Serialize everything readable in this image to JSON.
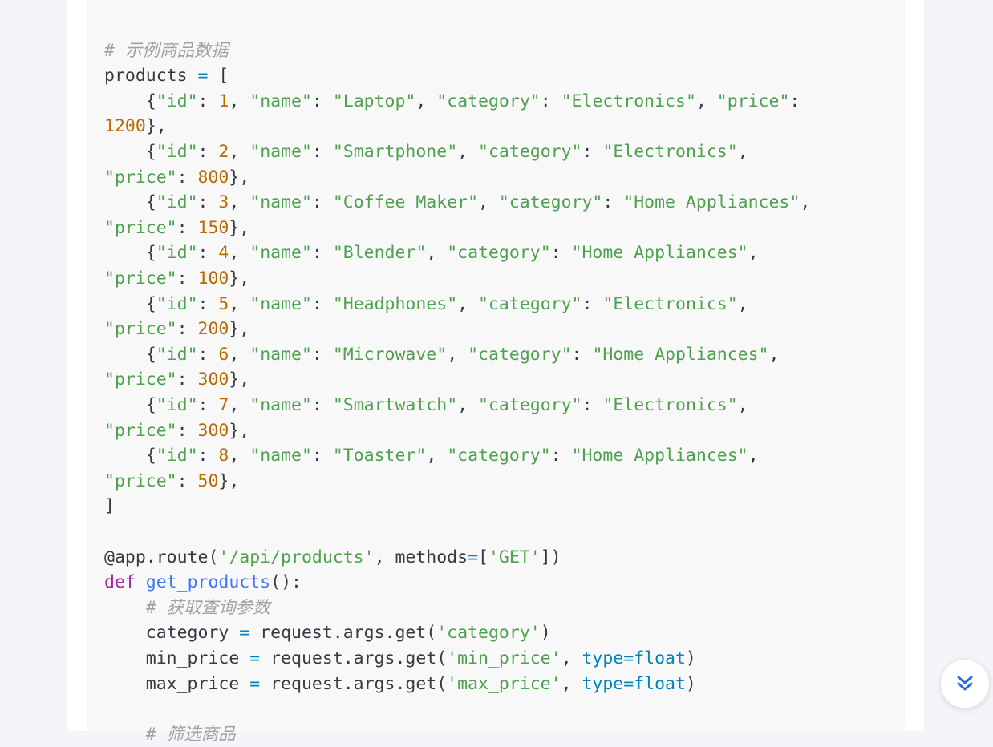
{
  "theme": {
    "comment": "#a0a1a7",
    "string": "#50a14f",
    "number": "#b76b01",
    "operator": "#0184bc",
    "keyword": "#a626a4",
    "function": "#4078f2",
    "plain": "#383a42",
    "accent": "#2f6bd8"
  },
  "code_lines": [
    [
      {
        "t": "# 示例商品数据",
        "c": "cm"
      }
    ],
    [
      {
        "t": "products ",
        "c": ""
      },
      {
        "t": "=",
        "c": "op"
      },
      {
        "t": " [",
        "c": ""
      }
    ],
    [
      {
        "t": "    {",
        "c": ""
      },
      {
        "t": "\"id\"",
        "c": "st"
      },
      {
        "t": ": ",
        "c": ""
      },
      {
        "t": "1",
        "c": "nu"
      },
      {
        "t": ", ",
        "c": ""
      },
      {
        "t": "\"name\"",
        "c": "st"
      },
      {
        "t": ": ",
        "c": ""
      },
      {
        "t": "\"Laptop\"",
        "c": "st"
      },
      {
        "t": ", ",
        "c": ""
      },
      {
        "t": "\"category\"",
        "c": "st"
      },
      {
        "t": ": ",
        "c": ""
      },
      {
        "t": "\"Electronics\"",
        "c": "st"
      },
      {
        "t": ", ",
        "c": ""
      },
      {
        "t": "\"price\"",
        "c": "st"
      },
      {
        "t": ":",
        "c": ""
      }
    ],
    [
      {
        "t": "1200",
        "c": "nu"
      },
      {
        "t": "},",
        "c": ""
      }
    ],
    [
      {
        "t": "    {",
        "c": ""
      },
      {
        "t": "\"id\"",
        "c": "st"
      },
      {
        "t": ": ",
        "c": ""
      },
      {
        "t": "2",
        "c": "nu"
      },
      {
        "t": ", ",
        "c": ""
      },
      {
        "t": "\"name\"",
        "c": "st"
      },
      {
        "t": ": ",
        "c": ""
      },
      {
        "t": "\"Smartphone\"",
        "c": "st"
      },
      {
        "t": ", ",
        "c": ""
      },
      {
        "t": "\"category\"",
        "c": "st"
      },
      {
        "t": ": ",
        "c": ""
      },
      {
        "t": "\"Electronics\"",
        "c": "st"
      },
      {
        "t": ",",
        "c": ""
      }
    ],
    [
      {
        "t": "\"price\"",
        "c": "st"
      },
      {
        "t": ": ",
        "c": ""
      },
      {
        "t": "800",
        "c": "nu"
      },
      {
        "t": "},",
        "c": ""
      }
    ],
    [
      {
        "t": "    {",
        "c": ""
      },
      {
        "t": "\"id\"",
        "c": "st"
      },
      {
        "t": ": ",
        "c": ""
      },
      {
        "t": "3",
        "c": "nu"
      },
      {
        "t": ", ",
        "c": ""
      },
      {
        "t": "\"name\"",
        "c": "st"
      },
      {
        "t": ": ",
        "c": ""
      },
      {
        "t": "\"Coffee Maker\"",
        "c": "st"
      },
      {
        "t": ", ",
        "c": ""
      },
      {
        "t": "\"category\"",
        "c": "st"
      },
      {
        "t": ": ",
        "c": ""
      },
      {
        "t": "\"Home Appliances\"",
        "c": "st"
      },
      {
        "t": ",",
        "c": ""
      }
    ],
    [
      {
        "t": "\"price\"",
        "c": "st"
      },
      {
        "t": ": ",
        "c": ""
      },
      {
        "t": "150",
        "c": "nu"
      },
      {
        "t": "},",
        "c": ""
      }
    ],
    [
      {
        "t": "    {",
        "c": ""
      },
      {
        "t": "\"id\"",
        "c": "st"
      },
      {
        "t": ": ",
        "c": ""
      },
      {
        "t": "4",
        "c": "nu"
      },
      {
        "t": ", ",
        "c": ""
      },
      {
        "t": "\"name\"",
        "c": "st"
      },
      {
        "t": ": ",
        "c": ""
      },
      {
        "t": "\"Blender\"",
        "c": "st"
      },
      {
        "t": ", ",
        "c": ""
      },
      {
        "t": "\"category\"",
        "c": "st"
      },
      {
        "t": ": ",
        "c": ""
      },
      {
        "t": "\"Home Appliances\"",
        "c": "st"
      },
      {
        "t": ",",
        "c": ""
      }
    ],
    [
      {
        "t": "\"price\"",
        "c": "st"
      },
      {
        "t": ": ",
        "c": ""
      },
      {
        "t": "100",
        "c": "nu"
      },
      {
        "t": "},",
        "c": ""
      }
    ],
    [
      {
        "t": "    {",
        "c": ""
      },
      {
        "t": "\"id\"",
        "c": "st"
      },
      {
        "t": ": ",
        "c": ""
      },
      {
        "t": "5",
        "c": "nu"
      },
      {
        "t": ", ",
        "c": ""
      },
      {
        "t": "\"name\"",
        "c": "st"
      },
      {
        "t": ": ",
        "c": ""
      },
      {
        "t": "\"Headphones\"",
        "c": "st"
      },
      {
        "t": ", ",
        "c": ""
      },
      {
        "t": "\"category\"",
        "c": "st"
      },
      {
        "t": ": ",
        "c": ""
      },
      {
        "t": "\"Electronics\"",
        "c": "st"
      },
      {
        "t": ",",
        "c": ""
      }
    ],
    [
      {
        "t": "\"price\"",
        "c": "st"
      },
      {
        "t": ": ",
        "c": ""
      },
      {
        "t": "200",
        "c": "nu"
      },
      {
        "t": "},",
        "c": ""
      }
    ],
    [
      {
        "t": "    {",
        "c": ""
      },
      {
        "t": "\"id\"",
        "c": "st"
      },
      {
        "t": ": ",
        "c": ""
      },
      {
        "t": "6",
        "c": "nu"
      },
      {
        "t": ", ",
        "c": ""
      },
      {
        "t": "\"name\"",
        "c": "st"
      },
      {
        "t": ": ",
        "c": ""
      },
      {
        "t": "\"Microwave\"",
        "c": "st"
      },
      {
        "t": ", ",
        "c": ""
      },
      {
        "t": "\"category\"",
        "c": "st"
      },
      {
        "t": ": ",
        "c": ""
      },
      {
        "t": "\"Home Appliances\"",
        "c": "st"
      },
      {
        "t": ",",
        "c": ""
      }
    ],
    [
      {
        "t": "\"price\"",
        "c": "st"
      },
      {
        "t": ": ",
        "c": ""
      },
      {
        "t": "300",
        "c": "nu"
      },
      {
        "t": "},",
        "c": ""
      }
    ],
    [
      {
        "t": "    {",
        "c": ""
      },
      {
        "t": "\"id\"",
        "c": "st"
      },
      {
        "t": ": ",
        "c": ""
      },
      {
        "t": "7",
        "c": "nu"
      },
      {
        "t": ", ",
        "c": ""
      },
      {
        "t": "\"name\"",
        "c": "st"
      },
      {
        "t": ": ",
        "c": ""
      },
      {
        "t": "\"Smartwatch\"",
        "c": "st"
      },
      {
        "t": ", ",
        "c": ""
      },
      {
        "t": "\"category\"",
        "c": "st"
      },
      {
        "t": ": ",
        "c": ""
      },
      {
        "t": "\"Electronics\"",
        "c": "st"
      },
      {
        "t": ",",
        "c": ""
      }
    ],
    [
      {
        "t": "\"price\"",
        "c": "st"
      },
      {
        "t": ": ",
        "c": ""
      },
      {
        "t": "300",
        "c": "nu"
      },
      {
        "t": "},",
        "c": ""
      }
    ],
    [
      {
        "t": "    {",
        "c": ""
      },
      {
        "t": "\"id\"",
        "c": "st"
      },
      {
        "t": ": ",
        "c": ""
      },
      {
        "t": "8",
        "c": "nu"
      },
      {
        "t": ", ",
        "c": ""
      },
      {
        "t": "\"name\"",
        "c": "st"
      },
      {
        "t": ": ",
        "c": ""
      },
      {
        "t": "\"Toaster\"",
        "c": "st"
      },
      {
        "t": ", ",
        "c": ""
      },
      {
        "t": "\"category\"",
        "c": "st"
      },
      {
        "t": ": ",
        "c": ""
      },
      {
        "t": "\"Home Appliances\"",
        "c": "st"
      },
      {
        "t": ",",
        "c": ""
      }
    ],
    [
      {
        "t": "\"price\"",
        "c": "st"
      },
      {
        "t": ": ",
        "c": ""
      },
      {
        "t": "50",
        "c": "nu"
      },
      {
        "t": "},",
        "c": ""
      }
    ],
    [
      {
        "t": "]",
        "c": ""
      }
    ],
    [],
    [
      {
        "t": "@app.route(",
        "c": ""
      },
      {
        "t": "'/api/products'",
        "c": "st"
      },
      {
        "t": ", methods",
        "c": ""
      },
      {
        "t": "=",
        "c": "op"
      },
      {
        "t": "[",
        "c": ""
      },
      {
        "t": "'GET'",
        "c": "st"
      },
      {
        "t": "])",
        "c": ""
      }
    ],
    [
      {
        "t": "def",
        "c": "kw"
      },
      {
        "t": " ",
        "c": ""
      },
      {
        "t": "get_products",
        "c": "fn"
      },
      {
        "t": "():",
        "c": ""
      }
    ],
    [
      {
        "t": "    ",
        "c": ""
      },
      {
        "t": "# 获取查询参数",
        "c": "cm"
      }
    ],
    [
      {
        "t": "    category ",
        "c": ""
      },
      {
        "t": "=",
        "c": "op"
      },
      {
        "t": " request.args.get(",
        "c": ""
      },
      {
        "t": "'category'",
        "c": "st"
      },
      {
        "t": ")",
        "c": ""
      }
    ],
    [
      {
        "t": "    min_price ",
        "c": ""
      },
      {
        "t": "=",
        "c": "op"
      },
      {
        "t": " request.args.get(",
        "c": ""
      },
      {
        "t": "'min_price'",
        "c": "st"
      },
      {
        "t": ", ",
        "c": ""
      },
      {
        "t": "type",
        "c": "op"
      },
      {
        "t": "=",
        "c": "op"
      },
      {
        "t": "float",
        "c": "op"
      },
      {
        "t": ")",
        "c": ""
      }
    ],
    [
      {
        "t": "    max_price ",
        "c": ""
      },
      {
        "t": "=",
        "c": "op"
      },
      {
        "t": " request.args.get(",
        "c": ""
      },
      {
        "t": "'max_price'",
        "c": "st"
      },
      {
        "t": ", ",
        "c": ""
      },
      {
        "t": "type",
        "c": "op"
      },
      {
        "t": "=",
        "c": "op"
      },
      {
        "t": "float",
        "c": "op"
      },
      {
        "t": ")",
        "c": ""
      }
    ],
    [],
    [
      {
        "t": "    ",
        "c": ""
      },
      {
        "t": "# 筛选商品",
        "c": "cm"
      }
    ]
  ],
  "scroll_button": {
    "icon": "double-chevron-down-icon"
  }
}
